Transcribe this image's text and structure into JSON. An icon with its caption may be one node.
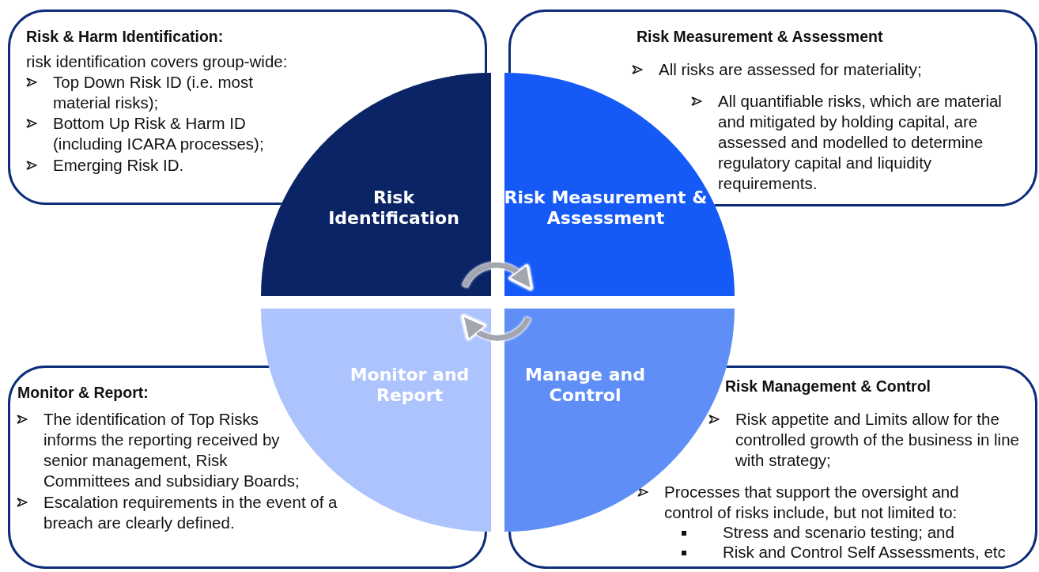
{
  "diagram": {
    "nodes": [
      {
        "text": [
          "Risk & Harm Identification:",
          "risk identification covers group-wide:",
          "Top Down Risk ID (i.e. most material risks);",
          "Bottom Up Risk & Harm ID (including ICARA processes);",
          "Emerging Risk ID."
        ]
      },
      {
        "text": [
          "Risk Measurement & Assessment",
          "All risks are assessed for materiality;",
          "All quantifiable risks, which are material and mitigated by holding capital, are assessed and modelled to determine regulatory capital and liquidity requirements."
        ]
      },
      {
        "text": [
          "Risk Identification"
        ]
      },
      {
        "text": [
          "Risk Measurement & Assessment"
        ]
      },
      {
        "text": [
          "Monitor and Report"
        ]
      },
      {
        "text": [
          "Manage and Control"
        ]
      },
      {
        "text": [
          "Monitor & Report:",
          "The identification of Top Risks informs the reporting received by senior management, Risk Committees and subsidiary Boards;",
          "Escalation requirements in the event of a breach are clearly defined."
        ]
      },
      {
        "text": [
          "Risk Management & Control",
          "Risk appetite and Limits allow for the controlled growth of the business in line with strategy;",
          "Processes that support the oversight and control of risks include, but not limited to:",
          "Stress and scenario testing; and",
          "Risk and Control Self Assessments, etc"
        ]
      }
    ],
    "edges": [
      {
        "from": 2,
        "to": 3,
        "arrow": "to"
      },
      {
        "from": 5,
        "to": 4,
        "arrow": "to"
      }
    ]
  }
}
